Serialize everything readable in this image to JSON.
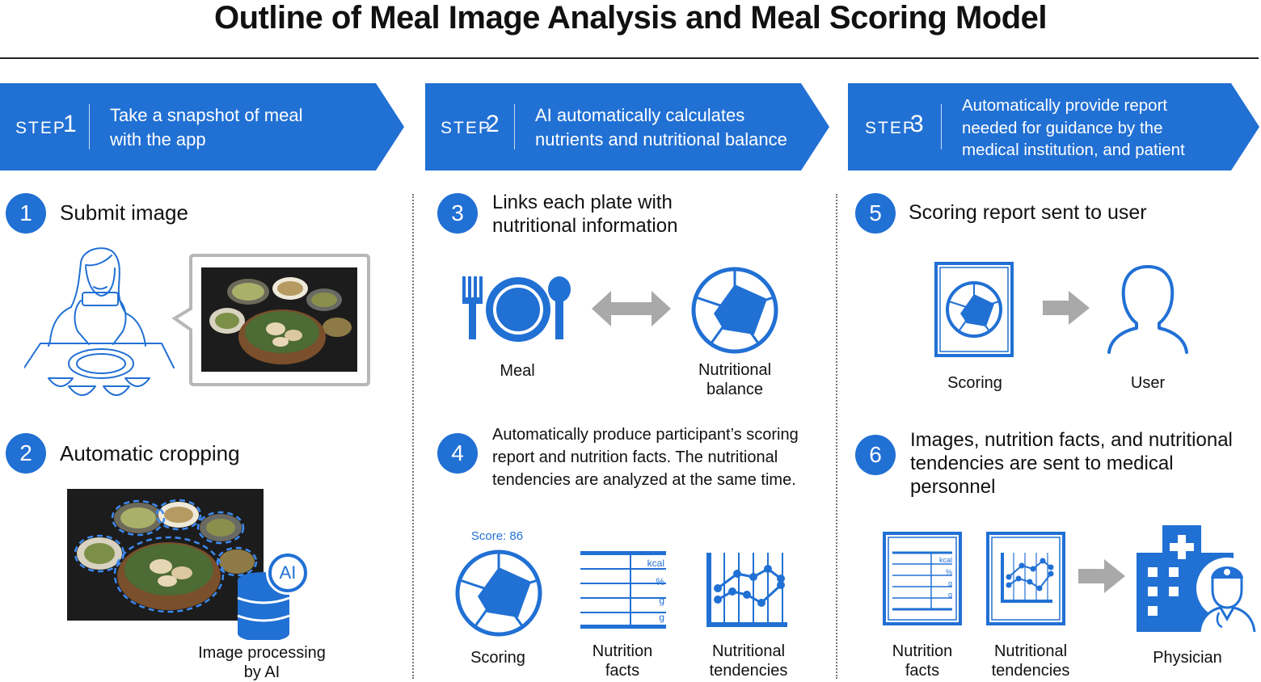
{
  "title": "Outline of Meal Image Analysis and Meal Scoring Model",
  "steps": [
    {
      "word": "STEP",
      "number": "1",
      "text_line1": "Take a snapshot of meal",
      "text_line2": "with the app"
    },
    {
      "word": "STEP",
      "number": "2",
      "text_line1": "AI automatically calculates",
      "text_line2": "nutrients and nutritional balance"
    },
    {
      "word": "STEP",
      "number": "3",
      "text_line1": "Automatically provide report",
      "text_line2": "needed for guidance by the",
      "text_line3": "medical institution, and patient"
    }
  ],
  "items": [
    {
      "number": "1",
      "line1": "Submit image"
    },
    {
      "number": "2",
      "line1": "Automatic cropping"
    },
    {
      "number": "3",
      "line1": "Links each plate with",
      "line2": "nutritional information"
    },
    {
      "number": "4",
      "line1": "Automatically produce participant’s scoring",
      "line2": "report and nutrition facts. The nutritional",
      "line3": "tendencies are analyzed at the same time."
    },
    {
      "number": "5",
      "line1": "Scoring report sent to user"
    },
    {
      "number": "6",
      "line1": "Images, nutrition facts, and nutritional",
      "line2": "tendencies are sent to medical personnel"
    }
  ],
  "labels": {
    "image_processing_line1": "Image processing",
    "image_processing_line2": "by AI",
    "ai_badge": "AI",
    "meal": "Meal",
    "nutritional_balance_line1": "Nutritional",
    "nutritional_balance_line2": "balance",
    "score": "Score: 86",
    "scoring": "Scoring",
    "nutrition_facts_line1": "Nutrition",
    "nutrition_facts_line2": "facts",
    "nutritional_tendencies_line1": "Nutritional",
    "nutritional_tendencies_line2": "tendencies",
    "user": "User",
    "physician": "Physician",
    "kcal": "kcal",
    "percent": "%",
    "grams": "g"
  },
  "colors": {
    "accent_blue": "#2170d4",
    "arrow_gray": "#a9a9a9"
  },
  "icons": [
    "person-photographing-icon",
    "speech-bubble-icon",
    "meal-photo",
    "database-icon",
    "fork-plate-spoon-icon",
    "double-arrow-icon",
    "radar-chart-icon",
    "document-icon",
    "user-silhouette-icon",
    "line-chart-icon",
    "hospital-icon",
    "doctor-icon"
  ]
}
